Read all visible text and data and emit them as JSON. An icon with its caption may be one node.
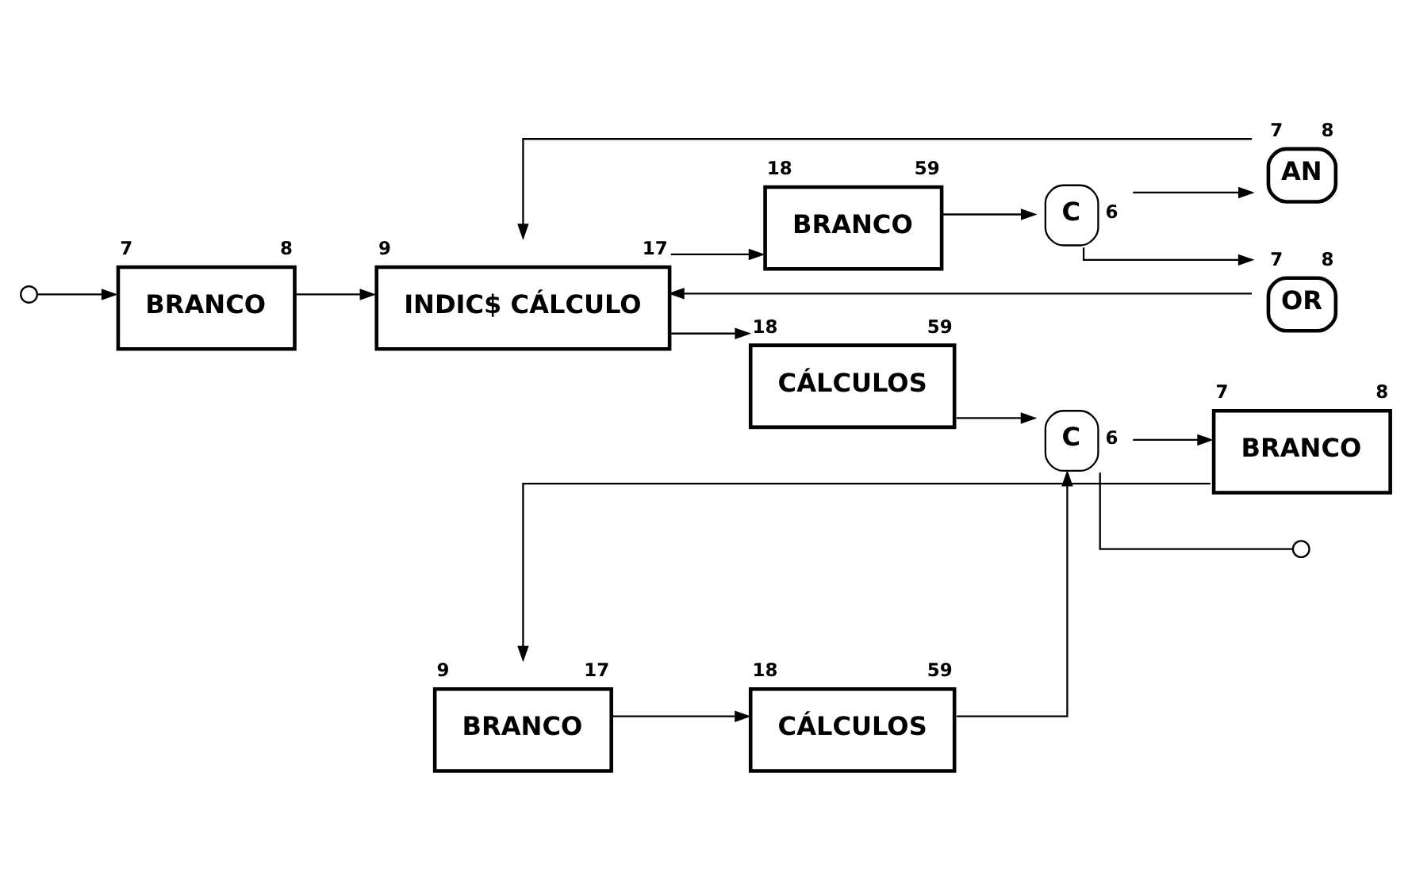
{
  "diagram": {
    "nodes": [
      {
        "text": [],
        "shape": "circle"
      },
      {
        "text": [
          "BRANCO"
        ],
        "beside": [
          "7",
          "8"
        ]
      },
      {
        "text": [
          "BRANCO"
        ],
        "beside": [
          "9",
          "17"
        ]
      },
      {
        "text": [
          "CÁLCULOS"
        ],
        "beside": [
          "18",
          "59"
        ]
      },
      {
        "text": [
          "INDIC$ CÁLCULO"
        ],
        "beside": [
          "9",
          "17"
        ]
      },
      {
        "text": [
          "CÁLCULOS"
        ],
        "beside": [
          "18",
          "59"
        ]
      },
      {
        "text": [
          "BRANCO"
        ],
        "beside": [
          "18",
          "59"
        ]
      },
      {
        "text": [
          "C"
        ],
        "beside": [
          "6"
        ]
      },
      {
        "text": [
          "AN"
        ],
        "beside": [
          "7",
          "8"
        ]
      },
      {
        "text": [
          "OR"
        ],
        "beside": [
          "7",
          "8"
        ]
      },
      {
        "text": [
          "C"
        ],
        "beside": [
          "6"
        ]
      },
      {
        "text": [
          "BRANCO"
        ],
        "beside": [
          "7",
          "8"
        ]
      },
      {
        "text": [],
        "shape": "circle"
      }
    ],
    "edges": [
      {
        "from": 0,
        "to": 1,
        "arrow": "to"
      },
      {
        "from": 1,
        "to": 4,
        "arrow": "to"
      },
      {
        "from": 2,
        "to": 3,
        "arrow": "to"
      },
      {
        "from": 4,
        "to": 5,
        "arrow": "to"
      },
      {
        "from": 4,
        "to": 6,
        "arrow": "to"
      },
      {
        "from": 3,
        "to": 10,
        "arrow": "to"
      },
      {
        "from": 5,
        "to": 10,
        "arrow": "to"
      },
      {
        "from": 6,
        "to": 7,
        "arrow": "to"
      },
      {
        "from": 7,
        "to": 8,
        "arrow": "to"
      },
      {
        "from": 7,
        "to": 9,
        "arrow": "to"
      },
      {
        "from": 8,
        "to": 4,
        "arrow": "to"
      },
      {
        "from": 9,
        "to": 4,
        "arrow": "to"
      },
      {
        "from": 10,
        "to": 11,
        "arrow": "to"
      },
      {
        "from": 10,
        "to": 12,
        "arrow": "none"
      },
      {
        "from": 11,
        "to": 2,
        "arrow": "to"
      }
    ]
  }
}
